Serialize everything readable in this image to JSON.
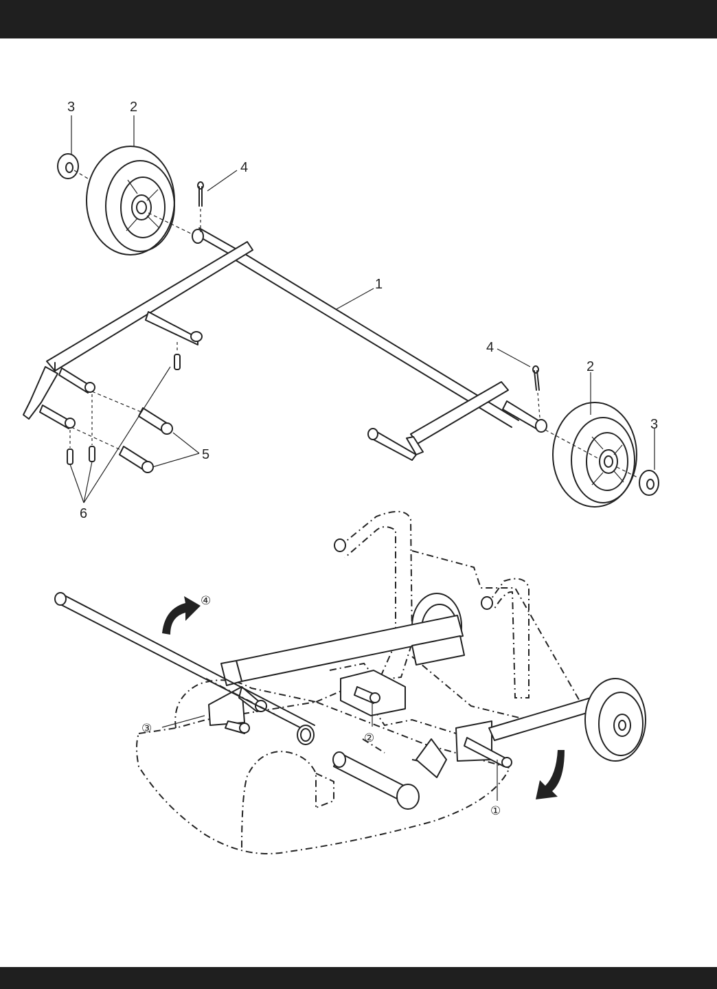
{
  "header_bar": {
    "color": "#1f1f1f"
  },
  "footer_bar": {
    "color": "#1f1f1f"
  },
  "exploded_view": {
    "callouts": {
      "part_1": "1",
      "part_2_left": "2",
      "part_2_right": "2",
      "part_3_left": "3",
      "part_3_right": "3",
      "part_4_left": "4",
      "part_4_right": "4",
      "part_5": "5",
      "part_6": "6"
    }
  },
  "installation_view": {
    "steps": {
      "step_1": "①",
      "step_2": "②",
      "step_3": "③",
      "step_4": "④"
    }
  },
  "icons": [
    "wheel-icon",
    "axle-icon",
    "pin-icon",
    "handle-icon",
    "rotation-arrow-icon"
  ]
}
